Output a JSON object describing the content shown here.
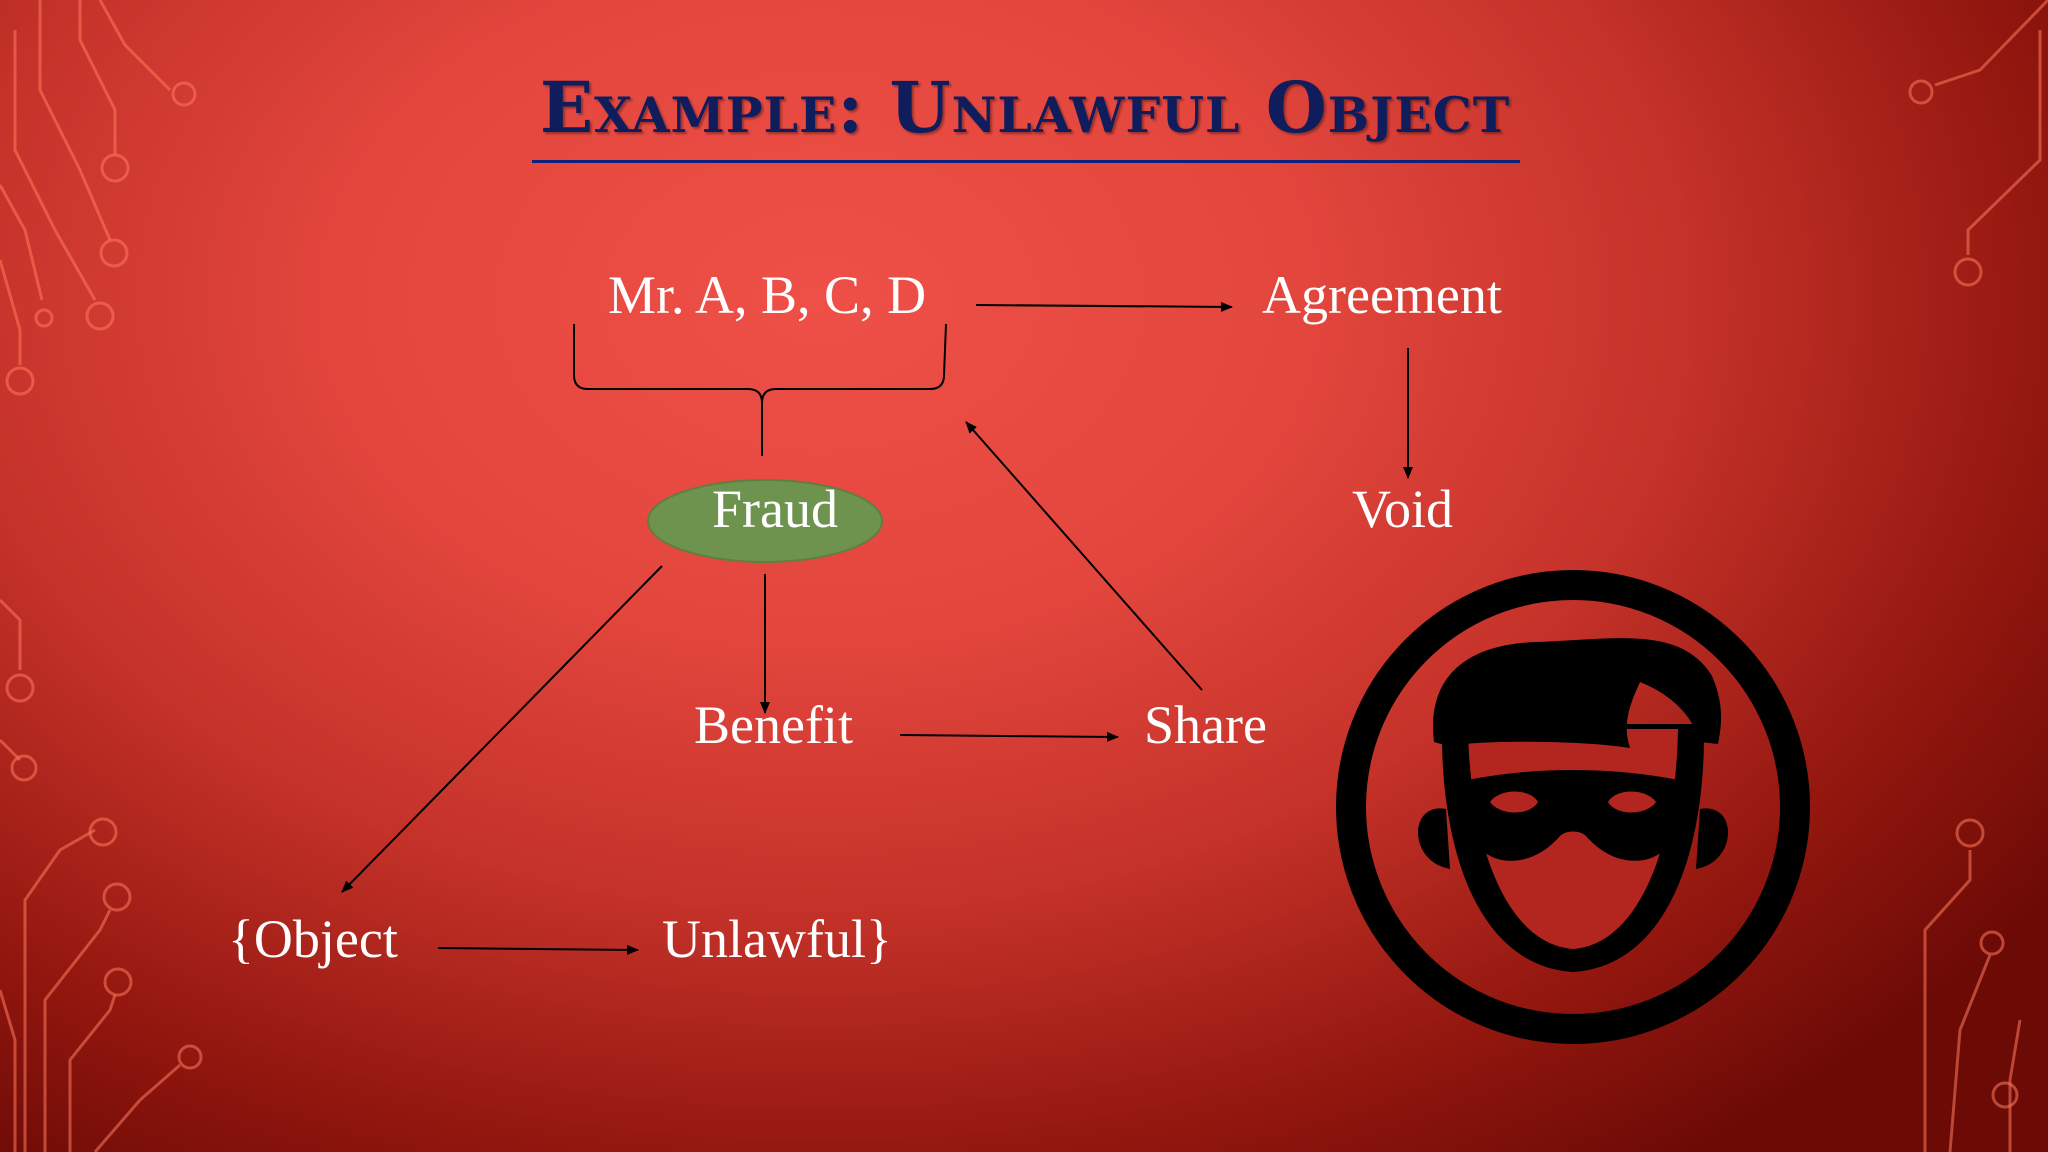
{
  "slide": {
    "title": "Example: Unlawful Object"
  },
  "diagram": {
    "nodes": {
      "parties": "Mr. A, B, C, D",
      "agreement": "Agreement",
      "void": "Void",
      "fraud": "Fraud",
      "benefit": "Benefit",
      "share": "Share",
      "object": "{Object",
      "unlawful": "Unlawful}"
    },
    "edges": [
      {
        "from": "parties",
        "to": "agreement"
      },
      {
        "from": "agreement",
        "to": "void"
      },
      {
        "from": "parties",
        "to": "fraud",
        "type": "brace"
      },
      {
        "from": "fraud",
        "to": "benefit"
      },
      {
        "from": "fraud",
        "to": "object"
      },
      {
        "from": "benefit",
        "to": "share"
      },
      {
        "from": "share",
        "to": "parties"
      },
      {
        "from": "object",
        "to": "unlawful"
      }
    ]
  },
  "icons": {
    "illustration": "masked-thief-icon",
    "decoration": "circuit-lines"
  },
  "colors": {
    "background": "#e3463d",
    "title": "#0f1d5c",
    "node_text": "#ffffff",
    "fraud_ellipse": "#6e934f",
    "arrows": "#000000"
  }
}
